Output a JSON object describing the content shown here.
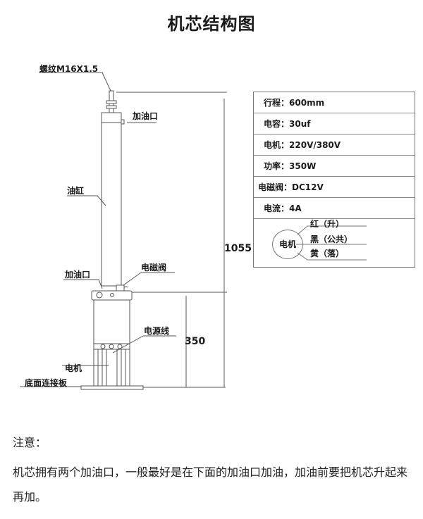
{
  "title": "机芯结构图",
  "labels": {
    "thread": "螺纹M16X1.5",
    "oil_port_top": "加油口",
    "oil_cylinder": "油缸",
    "oil_port_bottom": "加油口",
    "solenoid_valve": "电磁阀",
    "power_cord": "电源线",
    "motor": "电机",
    "base_plate": "底面连接板"
  },
  "dimensions": {
    "total_height": "1055",
    "base_height": "350"
  },
  "specs": [
    {
      "label": "行程：",
      "value": "600mm"
    },
    {
      "label": "电容：",
      "value": "30uf"
    },
    {
      "label": "电机：",
      "value": "220V/380V"
    },
    {
      "label": "功率：",
      "value": "350W"
    },
    {
      "label": "电磁阀：",
      "value": "DC12V"
    },
    {
      "label": "电流：",
      "value": "4A"
    }
  ],
  "wiring": {
    "motor_label": "电机",
    "wires": [
      "红（升）",
      "黑（公共）",
      "黄（落）"
    ]
  },
  "notes": {
    "heading": "注意：",
    "body": "机芯拥有两个加油口，一般最好是在下面的加油口加油，加油前要把机芯升起来再加。"
  }
}
